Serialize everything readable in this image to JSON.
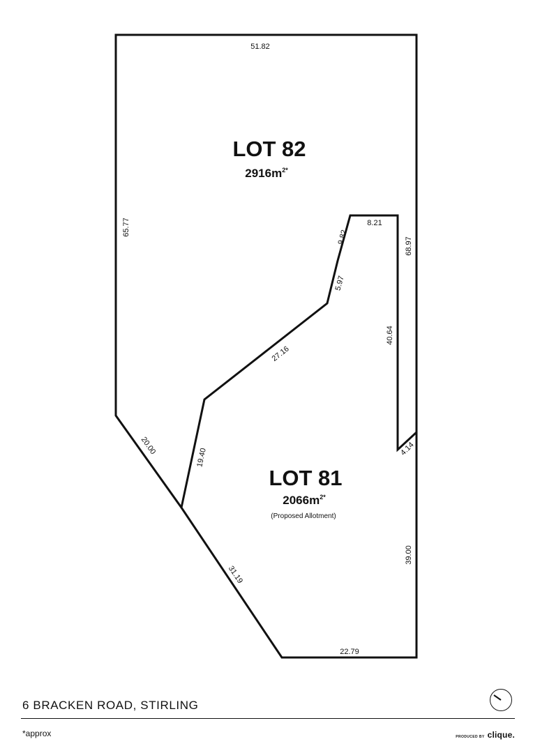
{
  "lots": [
    {
      "title": "LOT 82",
      "area": "2916m",
      "area_sup": "2*",
      "note": ""
    },
    {
      "title": "LOT 81",
      "area": "2066m",
      "area_sup": "2*",
      "note": "(Proposed Allotment)"
    }
  ],
  "dimensions": {
    "lot82_top": "51.82",
    "lot82_left": "65.77",
    "lot82_right": "68.97",
    "inner_top": "8.21",
    "inner_upper_slant": "9.82",
    "inner_mid_slant": "5.97",
    "inner_long_diagonal": "27.16",
    "inner_right": "40.64",
    "inner_left": "19.40",
    "frontage_upper": "20.00",
    "frontage_lower": "31.19",
    "lot81_bottom": "22.79",
    "lot81_right": "39.00",
    "notch": "4.14"
  },
  "footer": {
    "address": "6 BRACKEN ROAD, STIRLING",
    "footnote": "*approx",
    "credit_label": "PRODUCED BY",
    "credit_brand": "clique."
  },
  "icons": {
    "north_arrow": "north-arrow-icon"
  }
}
